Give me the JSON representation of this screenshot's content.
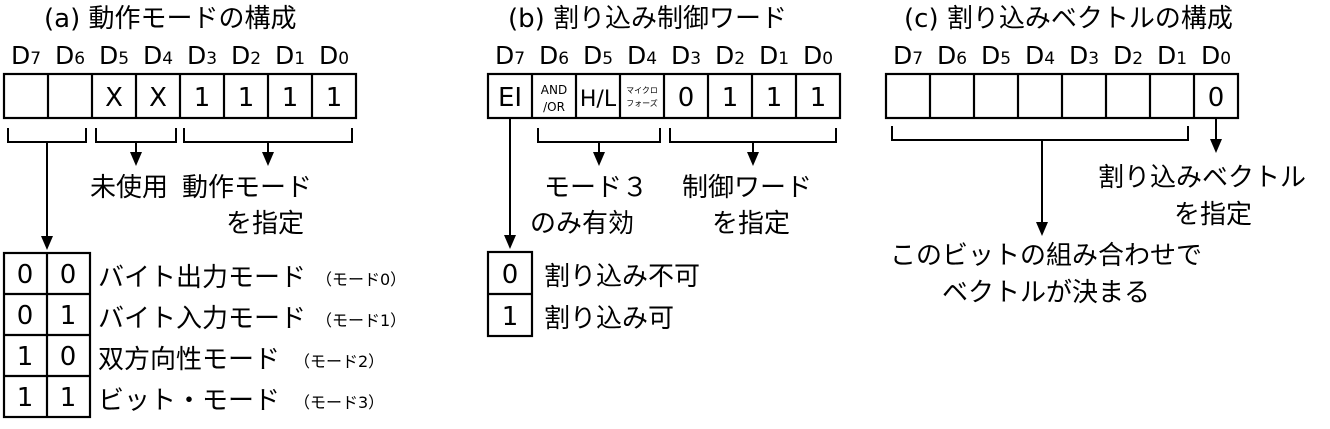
{
  "panel_a": {
    "title": "(a) 動作モードの構成",
    "cells": [
      "",
      "",
      "X",
      "X",
      "1",
      "1",
      "1",
      "1"
    ],
    "brace_labels": {
      "unused": "未使用",
      "mode_line1": "動作モード",
      "mode_line2": "を指定"
    },
    "mode_table": [
      {
        "b1": "0",
        "b2": "0",
        "label": "バイト出力モード",
        "note": "（モード0）"
      },
      {
        "b1": "0",
        "b2": "1",
        "label": "バイト入力モード",
        "note": "（モード1）"
      },
      {
        "b1": "1",
        "b2": "0",
        "label": "双方向性モード",
        "note": "（モード2）"
      },
      {
        "b1": "1",
        "b2": "1",
        "label": "ビット・モード",
        "note": "（モード3）"
      }
    ]
  },
  "panel_b": {
    "title": "(b) 割り込み制御ワード",
    "cells": [
      "EI",
      "AND",
      "/OR",
      "H/L",
      "マイクロ",
      "フォーズ",
      "0",
      "1",
      "1",
      "1"
    ],
    "brace_labels": {
      "mode3_line1": "モード３",
      "mode3_line2": "のみ有効",
      "ctrl_line1": "制御ワード",
      "ctrl_line2": "を指定"
    },
    "ei_table": [
      {
        "bit": "0",
        "label": "割り込み不可"
      },
      {
        "bit": "1",
        "label": "割り込み可"
      }
    ]
  },
  "panel_c": {
    "title": "(c) 割り込みベクトルの構成",
    "cells": [
      "",
      "",
      "",
      "",
      "",
      "",
      "",
      "0"
    ],
    "labels": {
      "d0_line1": "割り込みベクトル",
      "d0_line2": "を指定",
      "vec_line1": "このビットの組み合わせで",
      "vec_line2": "ベクトルが決まる"
    }
  },
  "bit_labels": [
    {
      "d": "D",
      "n": "7"
    },
    {
      "d": "D",
      "n": "6"
    },
    {
      "d": "D",
      "n": "5"
    },
    {
      "d": "D",
      "n": "4"
    },
    {
      "d": "D",
      "n": "3"
    },
    {
      "d": "D",
      "n": "2"
    },
    {
      "d": "D",
      "n": "1"
    },
    {
      "d": "D",
      "n": "0"
    }
  ]
}
